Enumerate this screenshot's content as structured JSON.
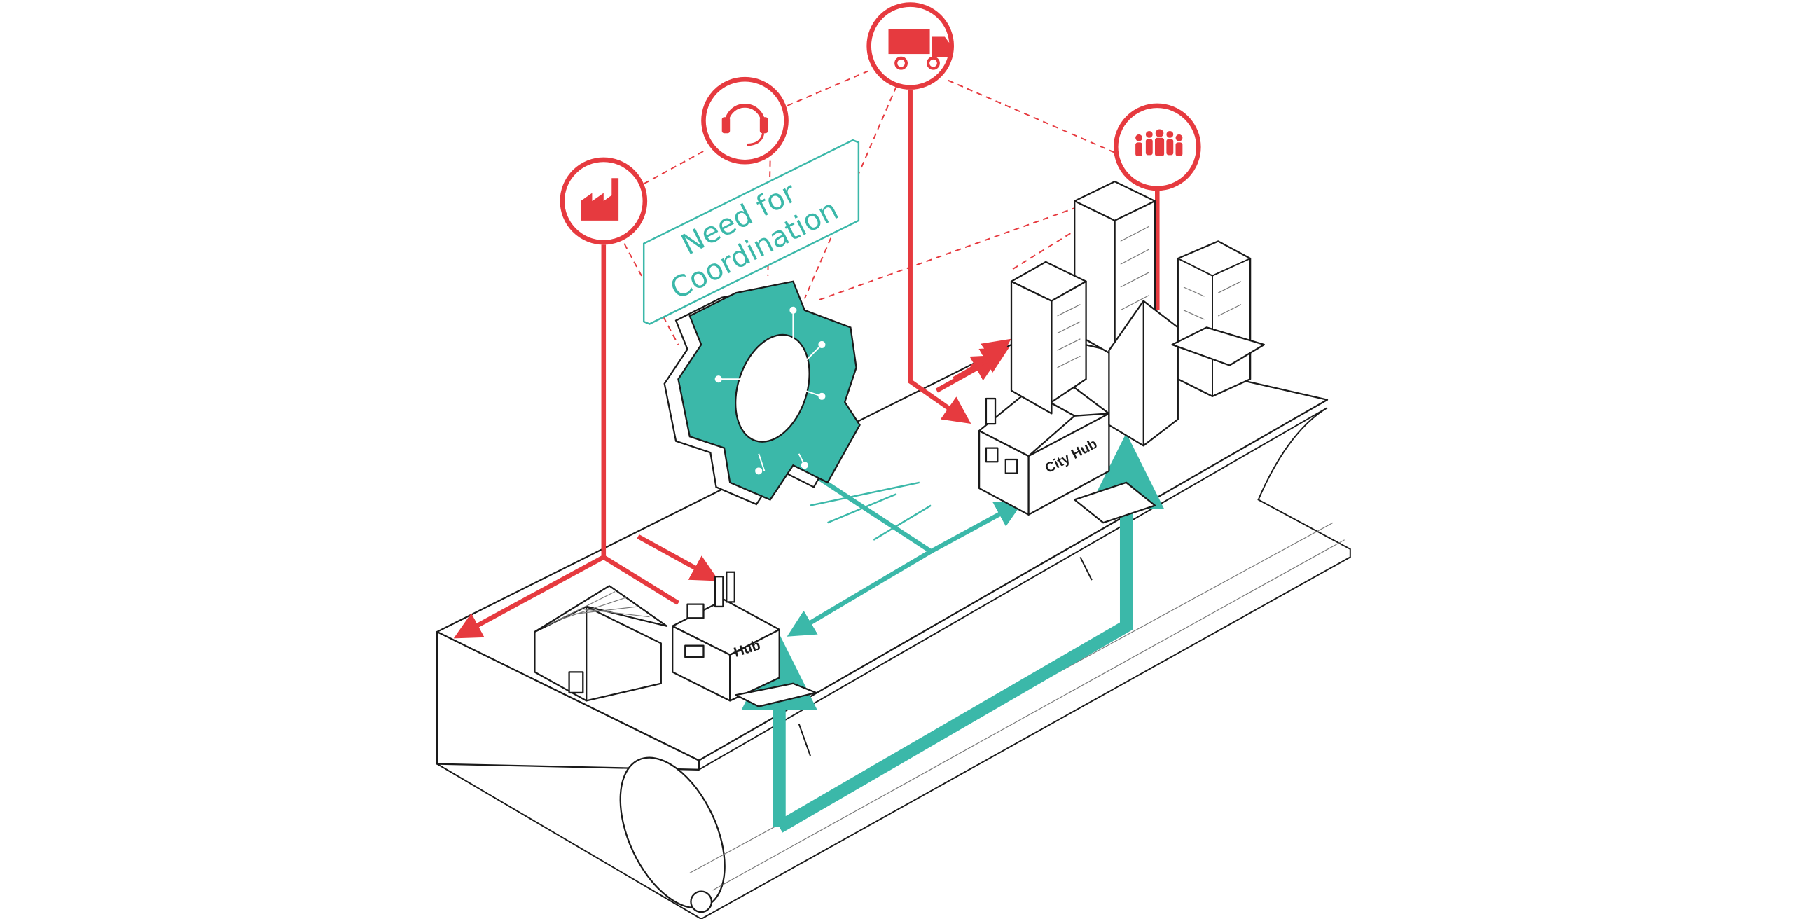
{
  "sign": {
    "line1": "Need for",
    "line2": "Coordination"
  },
  "labels": {
    "hub": "Hub",
    "city_hub": "City Hub"
  },
  "icons": [
    "factory-icon",
    "headset-icon",
    "truck-icon",
    "people-icon",
    "gear-icon"
  ],
  "colors": {
    "red": "#e63a3f",
    "teal": "#3bb8a9",
    "outline": "#1a1a1a"
  }
}
